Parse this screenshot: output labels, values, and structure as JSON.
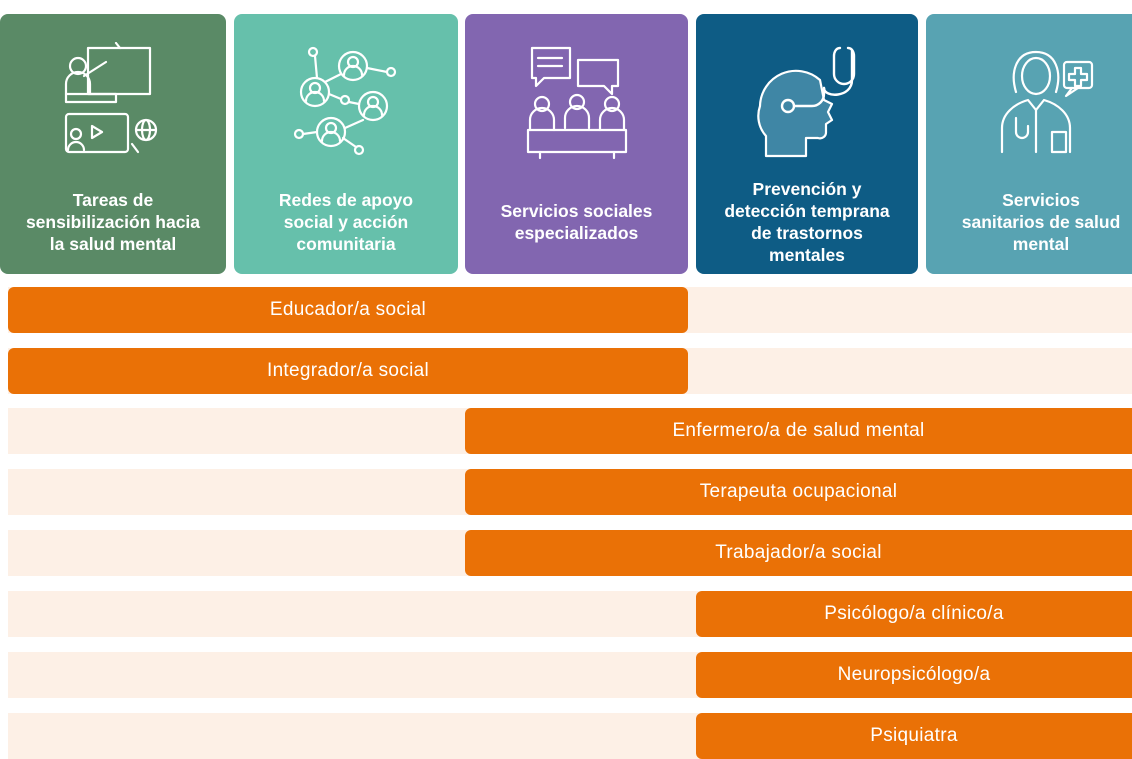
{
  "cards": [
    {
      "icon": "teacher-screen-icon",
      "label": "Tareas de\nsensibilización hacia\nla salud mental"
    },
    {
      "icon": "community-network-icon",
      "label": "Redes de apoyo\nsocial y acción\ncomunitaria"
    },
    {
      "icon": "meeting-chat-icon",
      "label": "Servicios sociales\nespecializados"
    },
    {
      "icon": "head-stethoscope-icon",
      "label": "Prevención y\ndetección temprana\nde trastornos\nmentales"
    },
    {
      "icon": "health-professional-icon",
      "label": "Servicios\nsanitarios de salud\nmental"
    }
  ],
  "professions": [
    {
      "label": "Educador/a social",
      "spans": "Tareas de sensibilización hacia la salud mental – Servicios sociales especializados"
    },
    {
      "label": "Integrador/a social",
      "spans": "Tareas de sensibilización hacia la salud mental – Servicios sociales especializados"
    },
    {
      "label": "Enfermero/a de salud mental",
      "spans": "Servicios sociales especializados – Servicios sanitarios de salud mental"
    },
    {
      "label": "Terapeuta ocupacional",
      "spans": "Servicios sociales especializados – Servicios sanitarios de salud mental"
    },
    {
      "label": "Trabajador/a social",
      "spans": "Servicios sociales especializados – Servicios sanitarios de salud mental"
    },
    {
      "label": "Psicólogo/a clínico/a",
      "spans": "Prevención y detección temprana de trastornos mentales – Servicios sanitarios de salud mental"
    },
    {
      "label": "Neuropsicólogo/a",
      "spans": "Prevención y detección temprana de trastornos mentales – Servicios sanitarios de salud mental"
    },
    {
      "label": "Psiquiatra",
      "spans": "Prevención y detección temprana de trastornos mentales – Servicios sanitarios de salud mental"
    }
  ],
  "colors": {
    "card1": "#5a8a66",
    "card2": "#66c0ab",
    "card3": "#8266b0",
    "card4": "#0e5c85",
    "card5": "#58a3b2",
    "bar": "#ea7106",
    "track": "#fdf0e6"
  }
}
